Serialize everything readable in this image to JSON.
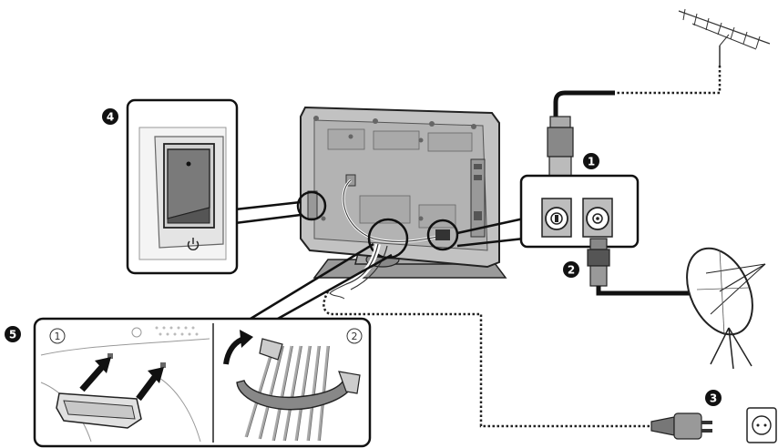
{
  "callouts": {
    "c1": "1",
    "c2": "2",
    "c3": "3",
    "c4": "4",
    "c5": "5"
  },
  "steps": {
    "s1": "1",
    "s2": "2"
  },
  "colors": {
    "line": "#222222",
    "panel_fill": "#ffffff",
    "tv_body": "#bdbdbd",
    "tv_dark": "#8a8a8a",
    "callout_fill": "#111111"
  },
  "icons": [
    "power-standby-icon",
    "satellite-dish-icon",
    "antenna-icon",
    "power-plug-icon",
    "wall-socket-icon"
  ]
}
